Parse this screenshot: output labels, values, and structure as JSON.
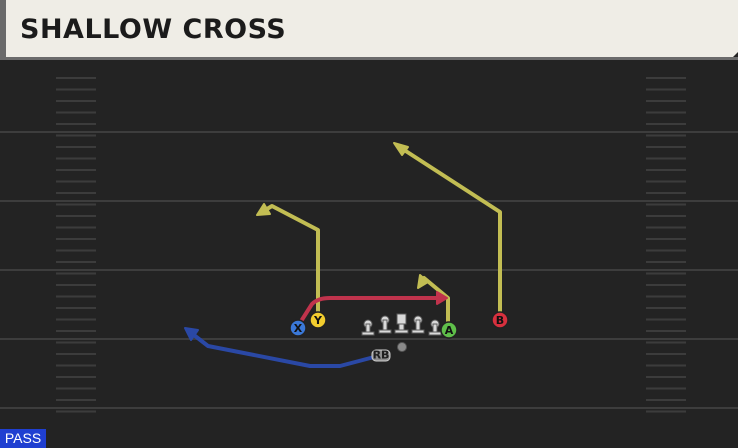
{
  "title": "SHALLOW CROSS",
  "play_type": "PASS",
  "colors": {
    "background": "#232323",
    "header": "#efede6",
    "yard_line": "#3c3c3c",
    "hash": "#3f3f3f",
    "route_yellow": "#c2bd53",
    "route_red": "#c0334c",
    "route_blue": "#2a48a5",
    "badge": "#1f3fd1"
  },
  "players": [
    {
      "id": "X",
      "icon": "xbox-x-button-icon",
      "color": "#3a78d8"
    },
    {
      "id": "Y",
      "icon": "xbox-y-button-icon",
      "color": "#f2cd2e"
    },
    {
      "id": "A",
      "icon": "xbox-a-button-icon",
      "color": "#5fbf4a"
    },
    {
      "id": "B",
      "icon": "xbox-b-button-icon",
      "color": "#d8303e"
    },
    {
      "id": "RB",
      "icon": "running-back-icon",
      "color": "#8d8d8d"
    }
  ]
}
